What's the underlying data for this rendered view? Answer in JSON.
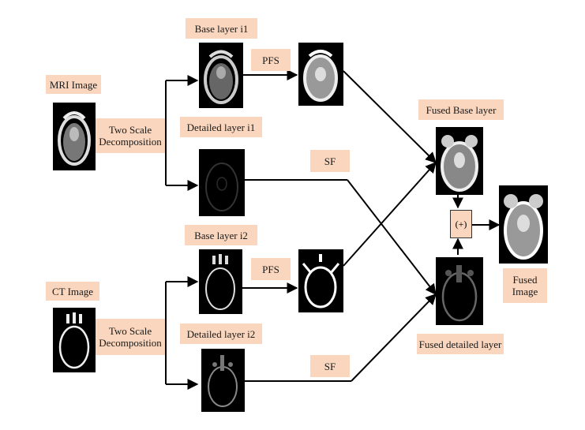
{
  "inputs": {
    "mri_label": "MRI Image",
    "ct_label": "CT Image"
  },
  "decomposition": {
    "top_label": "Two Scale\nDecomposition",
    "bottom_label": "Two Scale\nDecomposition"
  },
  "layers": {
    "base_i1": "Base layer i1",
    "detailed_i1": "Detailed layer i1",
    "base_i2": "Base layer i2",
    "detailed_i2": "Detailed layer i2"
  },
  "operations": {
    "pfs_top": "PFS",
    "sf_top": "SF",
    "pfs_bottom": "PFS",
    "sf_bottom": "SF",
    "sum": "(+)"
  },
  "outputs": {
    "fused_base": "Fused Base layer",
    "fused_detailed": "Fused detailed layer",
    "fused_image": "Fused\nImage"
  },
  "colors": {
    "label_bg": "#f9d6bd",
    "image_bg": "#000000",
    "line": "#000000"
  }
}
